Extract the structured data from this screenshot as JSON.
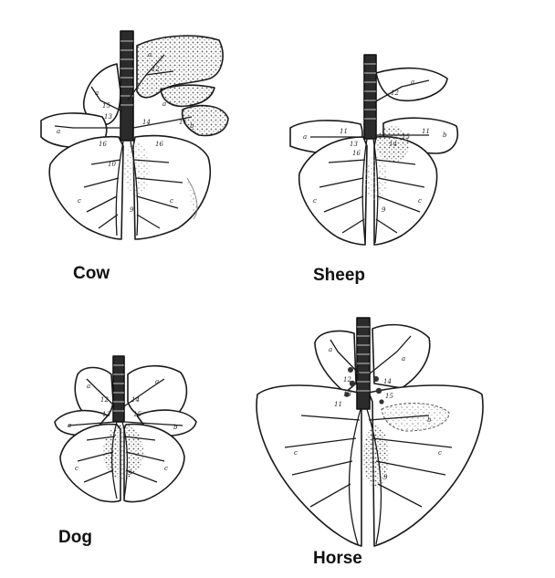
{
  "figure": {
    "panels": [
      {
        "id": "cow",
        "label": "Cow",
        "marks": [
          "a",
          "a",
          "a",
          "a",
          "b",
          "c",
          "c",
          "9",
          "10",
          "11",
          "12",
          "13",
          "14",
          "15",
          "16",
          "16"
        ]
      },
      {
        "id": "sheep",
        "label": "Sheep",
        "marks": [
          "a",
          "a",
          "b",
          "c",
          "c",
          "9",
          "11",
          "11",
          "12",
          "13",
          "14",
          "15",
          "16"
        ]
      },
      {
        "id": "dog",
        "label": "Dog",
        "marks": [
          "a",
          "a",
          "a",
          "b",
          "c",
          "c",
          "9",
          "12",
          "13",
          "14",
          "15"
        ]
      },
      {
        "id": "horse",
        "label": "Horse",
        "marks": [
          "a",
          "a",
          "b",
          "c",
          "c",
          "9",
          "11",
          "12",
          "13",
          "14",
          "15"
        ]
      }
    ],
    "colors": {
      "ink": "#1a1a1a",
      "stipple": "#8a8a8a",
      "background": "#ffffff"
    }
  }
}
